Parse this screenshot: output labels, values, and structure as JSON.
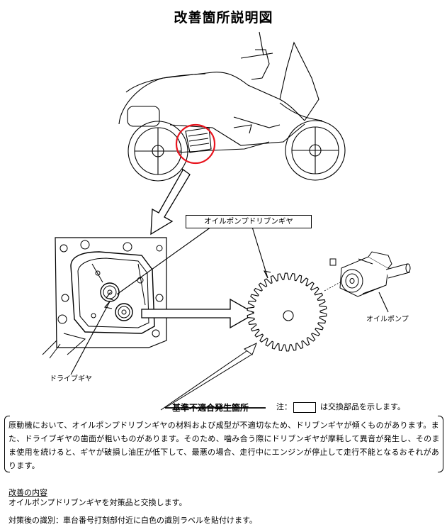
{
  "page": {
    "title": "改善箇所説明図",
    "labels": {
      "driven_gear": "オイルポンプドリブンギヤ",
      "drive_gear": "ドライブギヤ",
      "oil_pump": "オイルポンプ"
    },
    "nonconformity_title": "基準不適合発生箇所",
    "note_prefix": "注：",
    "note_suffix": "は交換部品を示します。",
    "description": "原動機において、オイルポンプドリブンギヤの材料および成型が不適切なため、ドリブンギヤが傾くものがあります。また、ドライブギヤの歯面が粗いものがあります。そのため、噛み合う際にドリブンギヤが摩耗して異音が発生し、そのまま使用を続けると、ギヤが破損し油圧が低下して、最悪の場合、走行中にエンジンが停止して走行不能となるおそれがあります。",
    "fix_heading": "改善の内容",
    "fix_text": "オイルポンプドリブンギヤを対策品と交換します。",
    "identification": "対策後の識別：車台番号打刻部付近に白色の識別ラベルを貼付けます。"
  },
  "colors": {
    "highlight_circle": "#e8141e",
    "line_art": "#000000"
  }
}
